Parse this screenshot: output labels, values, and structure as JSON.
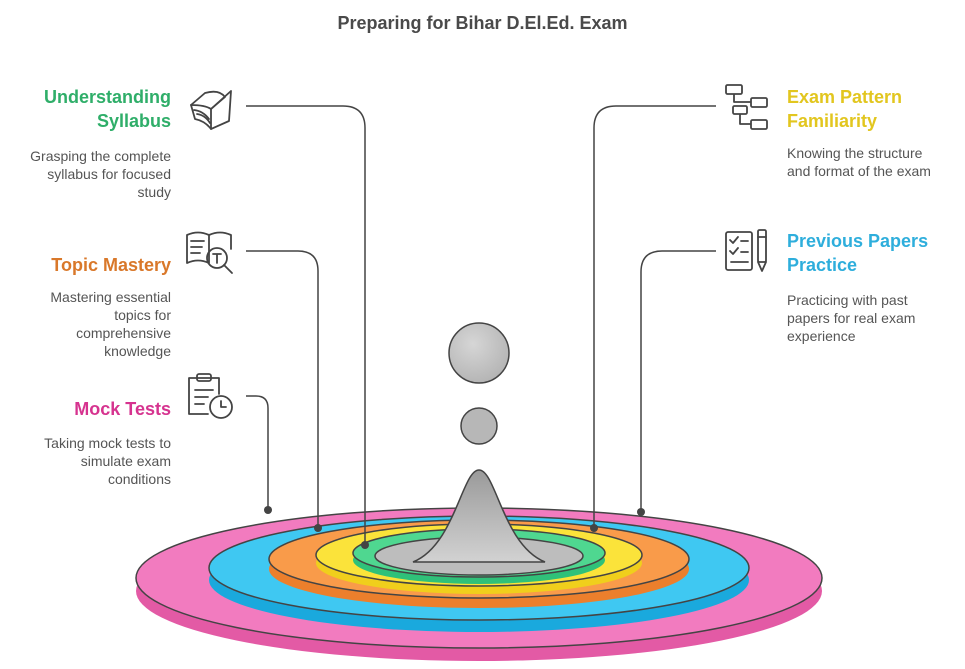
{
  "title": "Preparing for Bihar D.El.Ed. Exam",
  "items": {
    "understanding_syllabus": {
      "heading_line1": "Understanding",
      "heading_line2": "Syllabus",
      "desc_line1": "Grasping the complete",
      "desc_line2": "syllabus for focused",
      "desc_line3": "study",
      "color": "#2fae69",
      "icon": "open-book-icon"
    },
    "topic_mastery": {
      "heading": "Topic Mastery",
      "desc_line1": "Mastering essential",
      "desc_line2": "topics for",
      "desc_line3": "comprehensive",
      "desc_line4": "knowledge",
      "color": "#d9782a",
      "icon": "book-magnifier-icon"
    },
    "mock_tests": {
      "heading": "Mock Tests",
      "desc_line1": "Taking mock tests to",
      "desc_line2": "simulate exam",
      "desc_line3": "conditions",
      "color": "#d6338f",
      "icon": "clipboard-clock-icon"
    },
    "exam_pattern": {
      "heading_line1": "Exam Pattern",
      "heading_line2": "Familiarity",
      "desc_line1": "Knowing the structure",
      "desc_line2": "and format of the exam",
      "color": "#e2c61f",
      "icon": "hierarchy-icon"
    },
    "previous_papers": {
      "heading_line1": "Previous Papers",
      "heading_line2": "Practice",
      "desc_line1": "Practicing with past",
      "desc_line2": "papers for real exam",
      "desc_line3": "experience",
      "color": "#2eaedc",
      "icon": "checklist-pen-icon"
    }
  },
  "rings": {
    "mock_tests": "#f27bbf",
    "topic_mastery": "#3fc8f2",
    "understanding_syllabus": "#f99b4a",
    "exam_pattern": "#fbe33a",
    "previous_papers": "#4fd790",
    "center": "#bdbdbd"
  }
}
